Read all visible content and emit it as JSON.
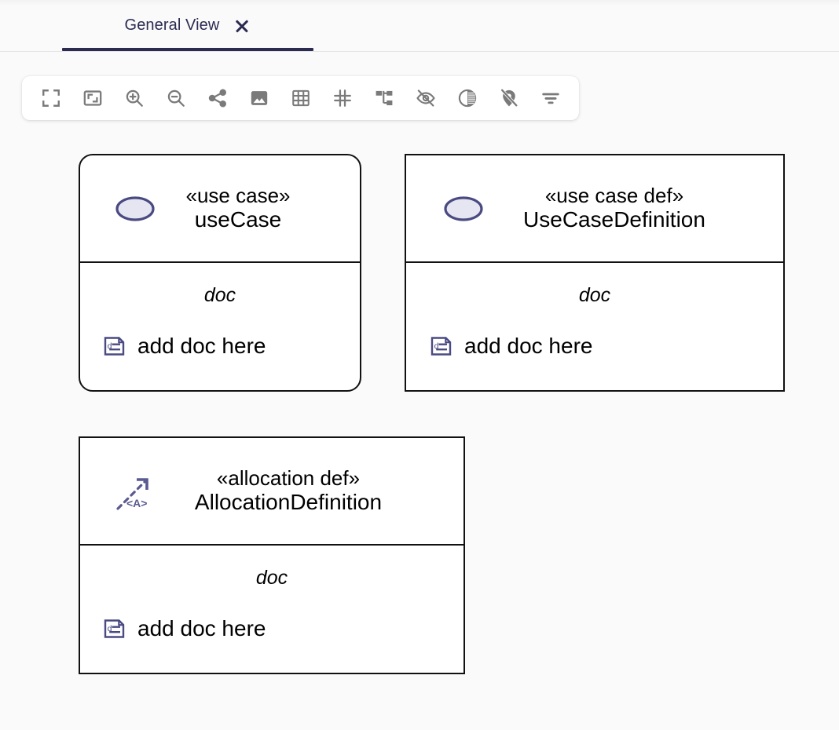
{
  "tab": {
    "label": "General View",
    "close_icon": "close-icon",
    "active_color": "#2b2b52"
  },
  "toolbar": {
    "icon_color": "#7a7a7a",
    "buttons": [
      {
        "name": "fullscreen-icon",
        "tooltip": "Fit to screen"
      },
      {
        "name": "fit-content-icon",
        "tooltip": "Fit content"
      },
      {
        "name": "zoom-in-icon",
        "tooltip": "Zoom in"
      },
      {
        "name": "zoom-out-icon",
        "tooltip": "Zoom out"
      },
      {
        "name": "share-icon",
        "tooltip": "Share"
      },
      {
        "name": "image-icon",
        "tooltip": "Export image"
      },
      {
        "name": "grid-table-icon",
        "tooltip": "Grid"
      },
      {
        "name": "grid-lines-icon",
        "tooltip": "Snap to grid"
      },
      {
        "name": "hierarchy-icon",
        "tooltip": "Auto layout"
      },
      {
        "name": "eye-off-icon",
        "tooltip": "Hide elements"
      },
      {
        "name": "contrast-icon",
        "tooltip": "Contrast"
      },
      {
        "name": "pin-off-icon",
        "tooltip": "Unpin"
      },
      {
        "name": "filter-icon",
        "tooltip": "Filter"
      }
    ]
  },
  "diagram": {
    "nodes": [
      {
        "id": "use-case-usage",
        "shape": "rounded",
        "icon": "use-case-ellipse-icon",
        "stereotype": "«use case»",
        "name": "useCase",
        "compartment_label": "doc",
        "compartment_icon": "doc-icon",
        "compartment_text": "add doc here"
      },
      {
        "id": "use-case-definition",
        "shape": "rectangle",
        "icon": "use-case-ellipse-icon",
        "stereotype": "«use case def»",
        "name": "UseCaseDefinition",
        "compartment_label": "doc",
        "compartment_icon": "doc-icon",
        "compartment_text": "add doc here"
      },
      {
        "id": "allocation-definition",
        "shape": "rectangle",
        "icon": "allocation-arrow-icon",
        "stereotype": "«allocation def»",
        "name": "AllocationDefinition",
        "compartment_label": "doc",
        "compartment_icon": "doc-icon",
        "compartment_text": "add doc here"
      }
    ],
    "colors": {
      "node_border": "#111111",
      "node_fill": "#ffffff",
      "icon_accent": "#4a4a82",
      "icon_fill": "#e4e4f0",
      "canvas_bg": "#fafafa"
    }
  }
}
